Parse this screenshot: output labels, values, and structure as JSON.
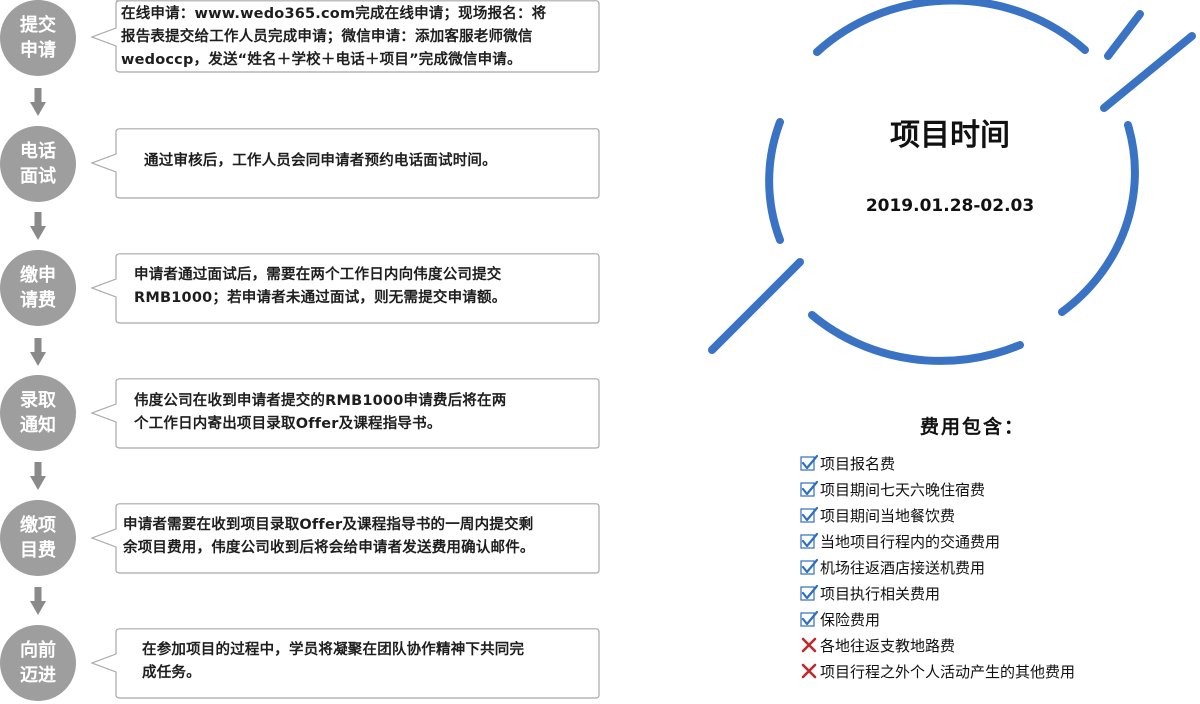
{
  "steps": [
    {
      "label": [
        "提交",
        "申请"
      ],
      "text": [
        "在线申请：www.wedo365.com完成在线申请；现场报名：将",
        "报告表提交给工作人员完成申请；微信申请：添加客服老师微信",
        "wedoccp，发送“姓名＋学校＋电话＋项目”完成微信申请。"
      ]
    },
    {
      "label": [
        "电话",
        "面试"
      ],
      "text": [
        "通过审核后，工作人员会同申请者预约电话面试时间。"
      ]
    },
    {
      "label": [
        "缴申",
        "请费"
      ],
      "text": [
        "申请者通过面试后，需要在两个工作日内向伟度公司提交",
        "RMB1000；若申请者未通过面试，则无需提交申请额。"
      ]
    },
    {
      "label": [
        "录取",
        "通知"
      ],
      "text": [
        "伟度公司在收到申请者提交的RMB1000申请费后将在两",
        "个工作日内寄出项目录取Offer及课程指导书。"
      ]
    },
    {
      "label": [
        "缴项",
        "目费"
      ],
      "text": [
        "申请者需要在收到项目录取Offer及课程指导书的一周内提交剩",
        "余项目费用，伟度公司收到后将会给申请者发送费用确认邮件。"
      ]
    },
    {
      "label": [
        "向前",
        "迈进"
      ],
      "text": [
        "在参加项目的过程中，学员将凝聚在团队协作精神下共同完",
        "成任务。"
      ]
    }
  ],
  "timeline": {
    "title": "项目时间",
    "date": "2019.01.28-02.03"
  },
  "fees": {
    "title": "费用包含：",
    "items": [
      {
        "text": "项目报名费",
        "included": true
      },
      {
        "text": "项目期间七天六晚住宿费",
        "included": true
      },
      {
        "text": "项目期间当地餐饮费",
        "included": true
      },
      {
        "text": "当地项目行程内的交通费用",
        "included": true
      },
      {
        "text": "机场往返酒店接送机费用",
        "included": true
      },
      {
        "text": "项目执行相关费用",
        "included": true
      },
      {
        "text": "保险费用",
        "included": true
      },
      {
        "text": "各地往返支教地路费",
        "included": false
      },
      {
        "text": "项目行程之外个人活动产生的其他费用",
        "included": false
      }
    ]
  },
  "colors": {
    "accent": "#3a72c4",
    "step": "#9e9e9e",
    "check": "#2f6fc0",
    "cross": "#c0282b",
    "box_border": "#a8a8a8"
  }
}
